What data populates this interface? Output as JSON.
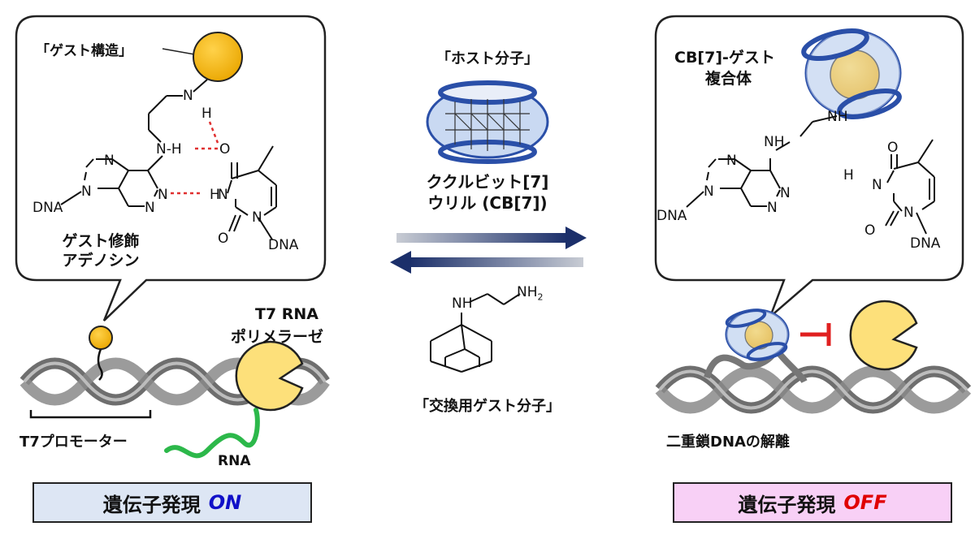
{
  "left": {
    "guest_structure_label": "「ゲスト構造」",
    "nucleoside_label_line1": "ゲスト修飾",
    "nucleoside_label_line2": "アデノシン",
    "polymerase_line1": "T7 RNA",
    "polymerase_line2": "ポリメラーゼ",
    "promoter_label": "T7プロモーター",
    "rna_label": "RNA",
    "status_text": "遺伝子発現",
    "status_value": "ON",
    "status_bg": "#dde6f4",
    "status_color": "#1010c8",
    "atoms": {
      "dna": "DNA",
      "n": "N",
      "h": "H",
      "o": "O",
      "nh_h": "N-H",
      "nhh_dash": "--H-N"
    }
  },
  "center": {
    "host_label": "「ホスト分子」",
    "cb7_line1": "ククルビット[7]",
    "cb7_line2": "ウリル (CB[7])",
    "exchange_label": "「交換用ゲスト分子」",
    "amine_label": "NH",
    "nh2_label": "NH2"
  },
  "right": {
    "complex_line1": "CB[7]-ゲスト",
    "complex_line2": "複合体",
    "dissociation_label": "二重鎖DNAの解離",
    "status_text": "遺伝子発現",
    "status_value": "OFF",
    "status_bg": "#f8d0f6",
    "status_color": "#e00000"
  },
  "colors": {
    "guest_ball": "#f5b70f",
    "polymerase": "#fde07a",
    "arrow_dark": "#1b2f6a",
    "arrow_light": "#b8bcc4",
    "hbond": "#e03030",
    "cb_blue": "#2a4fa8",
    "rna_green": "#2cb84a"
  }
}
